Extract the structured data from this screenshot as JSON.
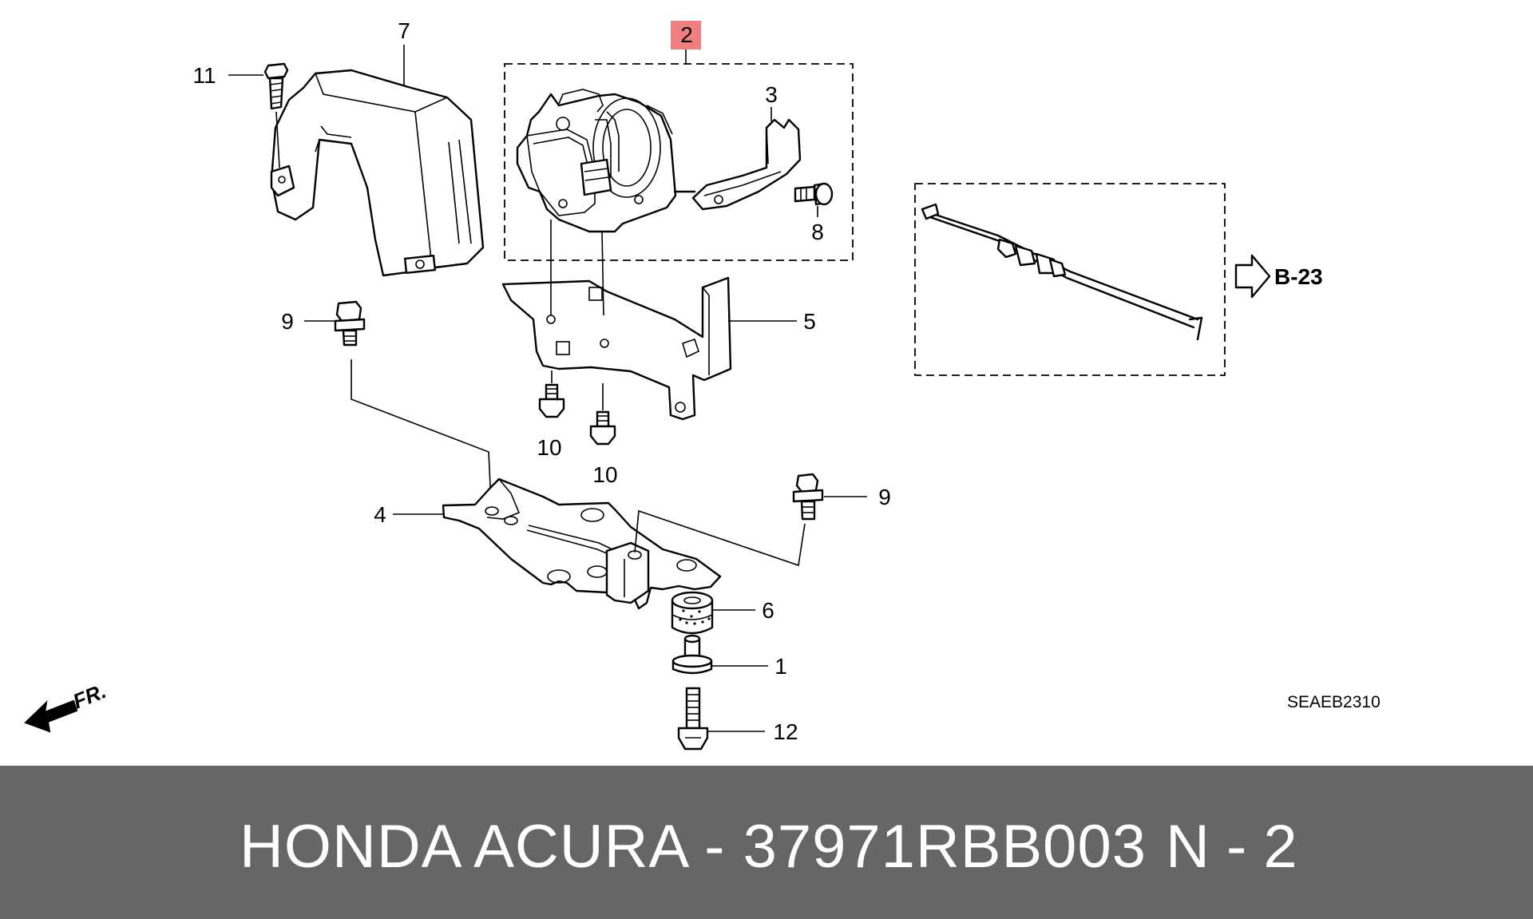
{
  "diagram": {
    "highlight_color": "#f08080",
    "callouts": {
      "c1": "1",
      "c2": "2",
      "c3": "3",
      "c4": "4",
      "c5": "5",
      "c6": "6",
      "c7": "7",
      "c8": "8",
      "c9a": "9",
      "c9b": "9",
      "c10a": "10",
      "c10b": "10",
      "c11": "11",
      "c12": "12"
    },
    "section_ref": "B-23",
    "direction_label": "FR.",
    "diagram_code": "SEAEB2310"
  },
  "footer": {
    "background": "#666666",
    "title": "HONDA ACURA - 37971RBB003",
    "page": "N - 2"
  }
}
